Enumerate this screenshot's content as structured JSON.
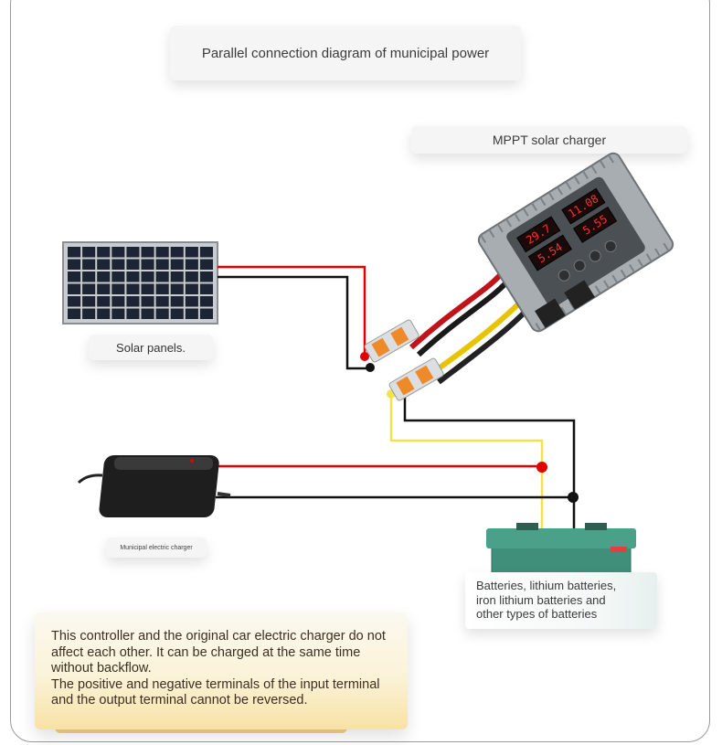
{
  "title": "Parallel connection diagram of municipal power",
  "labels": {
    "mppt": "MPPT solar charger",
    "solar": "Solar panels.",
    "municipal": "Municipal electric charger",
    "battery_lines": [
      "Batteries, lithium batteries,",
      "iron lithium batteries and",
      "other types of batteries"
    ]
  },
  "controller_display": [
    "29.7",
    "11.08",
    "5.54",
    "5.55"
  ],
  "note": {
    "paragraph1": "This controller and the original car electric charger do not affect each other. It can be charged at the same time without backflow.",
    "paragraph2": "The positive and negative terminals of the input terminal and the output terminal cannot be reversed."
  },
  "colors": {
    "positive_wire": "#e00000",
    "negative_wire": "#111111",
    "output_positive_wire": "#f2e34a",
    "terminal_orange": "#ef8a2a",
    "battery_green": "#3f8f7a",
    "controller_body": "#4a5054"
  }
}
